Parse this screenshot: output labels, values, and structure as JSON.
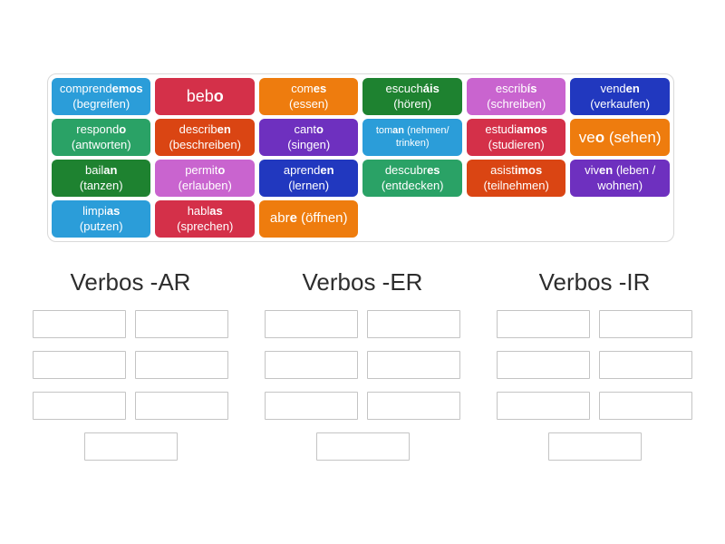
{
  "activity": {
    "kind": "group-sort",
    "headers": [
      "Verbos -AR",
      "Verbos -ER",
      "Verbos -IR"
    ],
    "slots_per_group": 7,
    "slot_border_color": "#c4c4c4",
    "panel_border_color": "#d9d9d9"
  },
  "tiles": [
    {
      "stem": "comprend",
      "ending": "emos",
      "translation": "(begreifen)",
      "color": "#2b9dd9",
      "size": 13,
      "lines": 2
    },
    {
      "stem": "beb",
      "ending": "o",
      "translation": "",
      "color": "#d43049",
      "size": 18,
      "lines": 1
    },
    {
      "stem": "com",
      "ending": "es",
      "translation": "(essen)",
      "color": "#ee7c0e",
      "size": 13,
      "lines": 2
    },
    {
      "stem": "escuch",
      "ending": "áis",
      "translation": "(hören)",
      "color": "#1e8230",
      "size": 13,
      "lines": 2
    },
    {
      "stem": "escrib",
      "ending": "ís",
      "translation": "(schreiben)",
      "color": "#c964cf",
      "size": 13,
      "lines": 2
    },
    {
      "stem": "vend",
      "ending": "en",
      "translation": "(verkaufen)",
      "color": "#2138bf",
      "size": 13,
      "lines": 2
    },
    {
      "stem": "respond",
      "ending": "o",
      "translation": "(antworten)",
      "color": "#2aa266",
      "size": 13,
      "lines": 2
    },
    {
      "stem": "describ",
      "ending": "en",
      "translation": "(beschreiben)",
      "color": "#da4513",
      "size": 13,
      "lines": 2
    },
    {
      "stem": "cant",
      "ending": "o",
      "translation": "(singen)",
      "color": "#6e30bf",
      "size": 13,
      "lines": 2
    },
    {
      "stem": "tom",
      "ending": "an",
      "translation": "(nehmen/ trinken)",
      "color": "#2b9dd9",
      "size": 11,
      "lines": 1
    },
    {
      "stem": "estudi",
      "ending": "amos",
      "translation": "(studieren)",
      "color": "#d43049",
      "size": 13,
      "lines": 2
    },
    {
      "stem": "ve",
      "ending": "o",
      "translation": "(sehen)",
      "color": "#ee7c0e",
      "size": 17,
      "lines": 1
    },
    {
      "stem": "bail",
      "ending": "an",
      "translation": "(tanzen)",
      "color": "#1e8230",
      "size": 13,
      "lines": 2
    },
    {
      "stem": "permit",
      "ending": "o",
      "translation": "(erlauben)",
      "color": "#c964cf",
      "size": 13,
      "lines": 2
    },
    {
      "stem": "aprend",
      "ending": "en",
      "translation": "(lernen)",
      "color": "#2138bf",
      "size": 13,
      "lines": 2
    },
    {
      "stem": "descubr",
      "ending": "es",
      "translation": "(entdecken)",
      "color": "#2aa266",
      "size": 13,
      "lines": 2
    },
    {
      "stem": "asist",
      "ending": "imos",
      "translation": "(teilnehmen)",
      "color": "#da4513",
      "size": 13,
      "lines": 2
    },
    {
      "stem": "viv",
      "ending": "en",
      "translation": "(leben / wohnen)",
      "color": "#6e30bf",
      "size": 13,
      "lines": 1
    },
    {
      "stem": "limpi",
      "ending": "as",
      "translation": "(putzen)",
      "color": "#2b9dd9",
      "size": 13,
      "lines": 2
    },
    {
      "stem": "habl",
      "ending": "as",
      "translation": "(sprechen)",
      "color": "#d43049",
      "size": 13,
      "lines": 2
    },
    {
      "stem": "abr",
      "ending": "e",
      "translation": "(öffnen)",
      "color": "#ee7c0e",
      "size": 15,
      "lines": 1
    }
  ]
}
